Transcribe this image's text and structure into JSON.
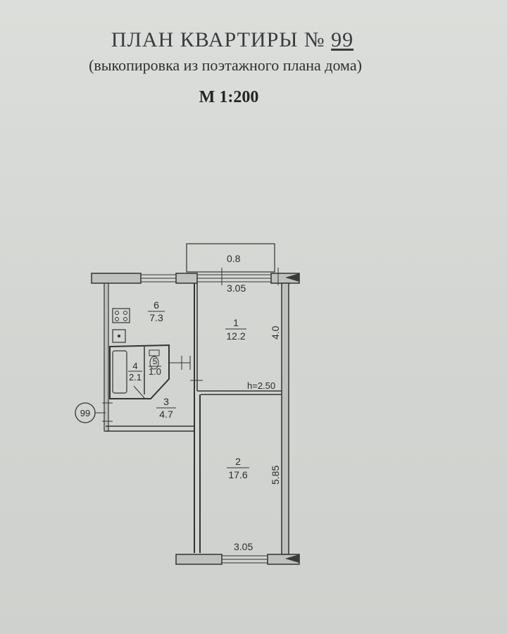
{
  "header": {
    "title": "ПЛАН КВАРТИРЫ",
    "number_sign": "№",
    "apartment_number": "99",
    "subtitle": "(выкопировка из поэтажного плана дома)",
    "scale": "М 1:200"
  },
  "rooms": [
    {
      "id": "6",
      "area": "7.3"
    },
    {
      "id": "1",
      "area": "12.2"
    },
    {
      "id": "4",
      "area": "2.1"
    },
    {
      "id": "5",
      "area": "1.0"
    },
    {
      "id": "3",
      "area": "4.7"
    },
    {
      "id": "2",
      "area": "17.6"
    }
  ],
  "dimensions": {
    "balcony_depth": "0.8",
    "top_width": "3.05",
    "bottom_width": "3.05",
    "room1_length": "4.0",
    "room2_length": "5.85",
    "ceiling_height": "h=2.50"
  },
  "axis_marker": "99",
  "colors": {
    "paper": "#d5d7d4",
    "ink": "#2b2c2e"
  }
}
